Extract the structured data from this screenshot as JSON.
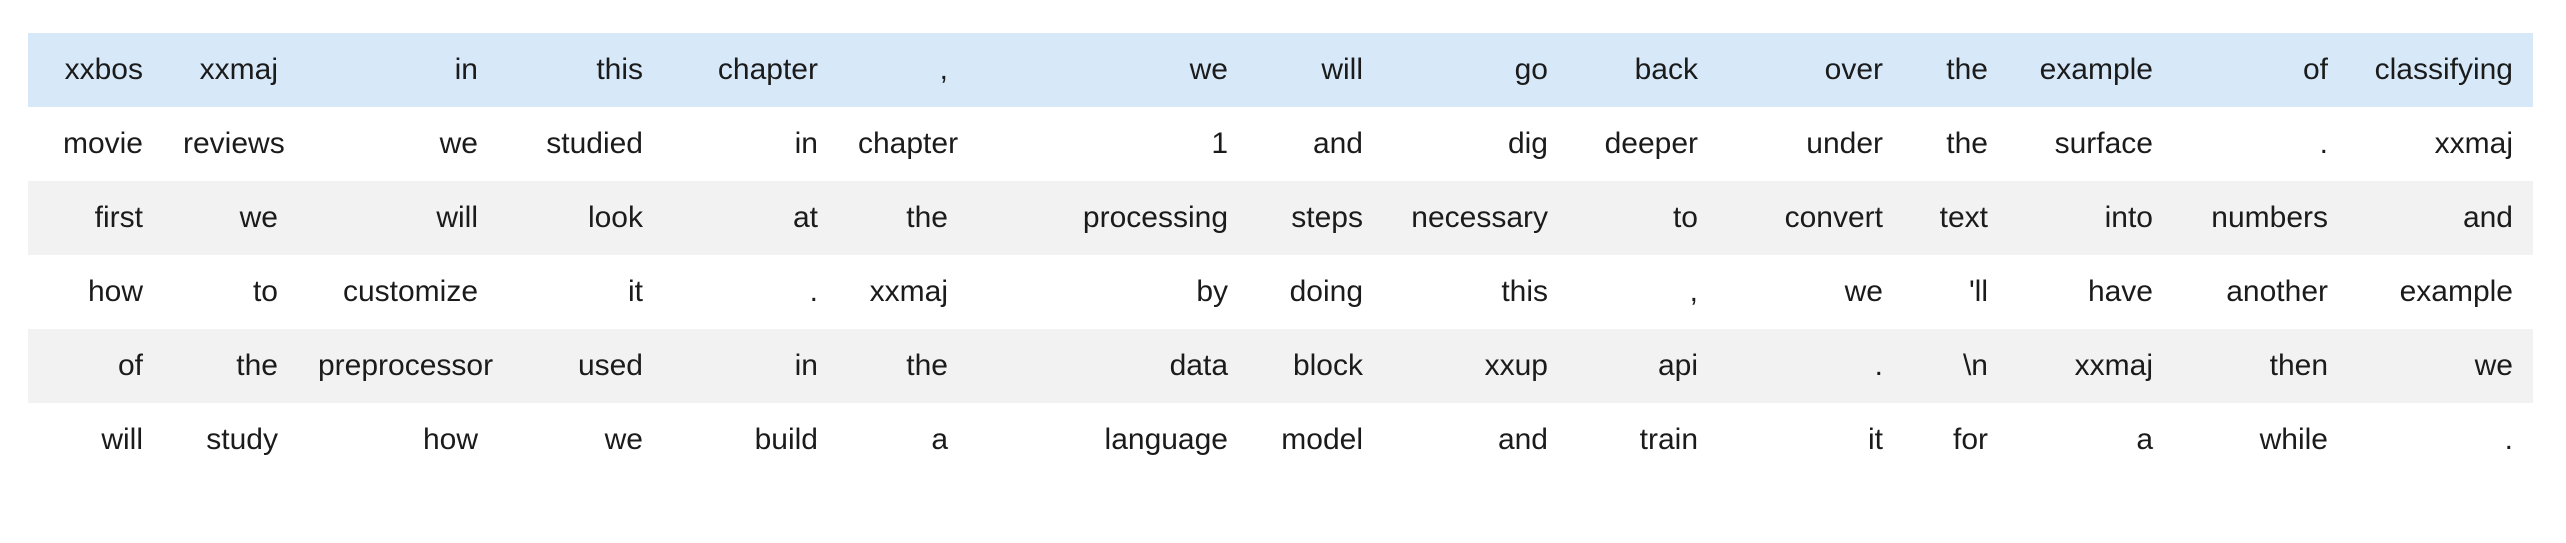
{
  "colors": {
    "highlight_row": "#d7e9f9",
    "striped_row": "#f2f2f2",
    "row_default": "#ffffff",
    "text": "#1b1b1b",
    "page_bg": "#ffffff"
  },
  "table": {
    "rows": [
      {
        "highlight": true,
        "cells": [
          "xxbos",
          "xxmaj",
          "in",
          "this",
          "chapter",
          ",",
          "we",
          "will",
          "go",
          "back",
          "over",
          "the",
          "example",
          "of",
          "classifying"
        ]
      },
      {
        "highlight": false,
        "cells": [
          "movie",
          "reviews",
          "we",
          "studied",
          "in",
          "chapter",
          "1",
          "and",
          "dig",
          "deeper",
          "under",
          "the",
          "surface",
          ".",
          "xxmaj"
        ]
      },
      {
        "highlight": false,
        "cells": [
          "first",
          "we",
          "will",
          "look",
          "at",
          "the",
          "processing",
          "steps",
          "necessary",
          "to",
          "convert",
          "text",
          "into",
          "numbers",
          "and"
        ]
      },
      {
        "highlight": false,
        "cells": [
          "how",
          "to",
          "customize",
          "it",
          ".",
          "xxmaj",
          "by",
          "doing",
          "this",
          ",",
          "we",
          "'ll",
          "have",
          "another",
          "example"
        ]
      },
      {
        "highlight": false,
        "cells": [
          "of",
          "the",
          "preprocessor",
          "used",
          "in",
          "the",
          "data",
          "block",
          "xxup",
          "api",
          ".",
          "\\n",
          "xxmaj",
          "then",
          "we"
        ]
      },
      {
        "highlight": false,
        "cells": [
          "will",
          "study",
          "how",
          "we",
          "build",
          "a",
          "language",
          "model",
          "and",
          "train",
          "it",
          "for",
          "a",
          "while",
          "."
        ]
      }
    ]
  }
}
